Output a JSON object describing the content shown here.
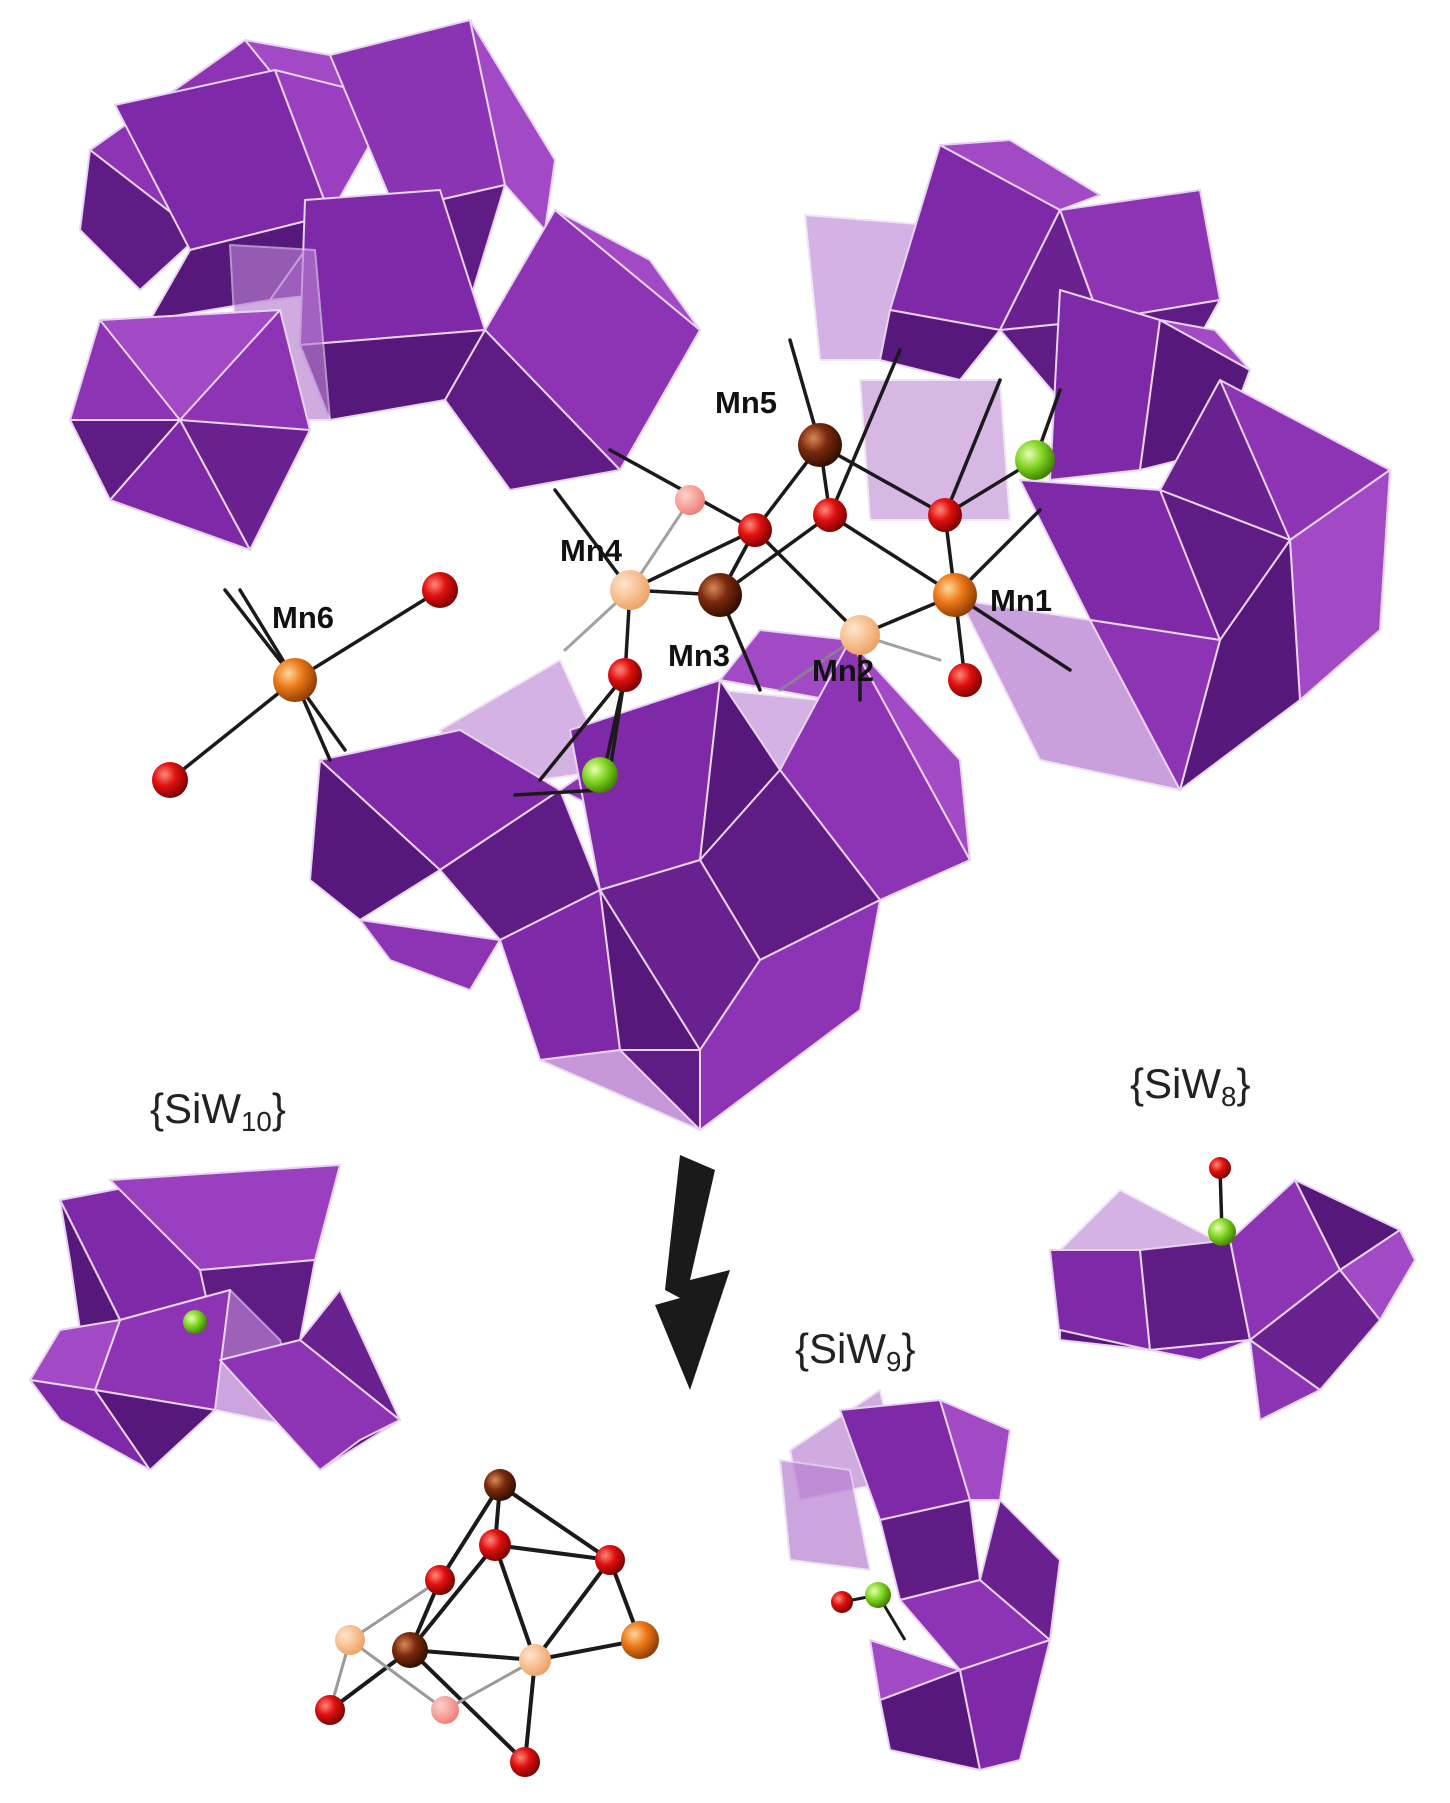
{
  "colors": {
    "polyhedron_light": "#9a3fbf",
    "polyhedron_mid": "#7e2aa8",
    "polyhedron_dark": "#56187a",
    "polyhedron_translucent": "#b87fd1",
    "edge": "#e7d3f0",
    "oxygen": "#e01010",
    "manganese_orange": "#ee7a1a",
    "manganese_light": "#f4a45c",
    "manganese_brown": "#7a2a0c",
    "silicon": "#7ed321",
    "bond": "#1a1a1a",
    "arrow": "#1a1a1a"
  },
  "labels": {
    "mn1": "Mn1",
    "mn2": "Mn2",
    "mn3": "Mn3",
    "mn4": "Mn4",
    "mn5": "Mn5",
    "mn6": "Mn6"
  },
  "fragments": {
    "siw10": {
      "prefix": "{SiW",
      "sub": "10",
      "suffix": "}"
    },
    "siw8": {
      "prefix": "{SiW",
      "sub": "8",
      "suffix": "}"
    },
    "siw9": {
      "prefix": "{SiW",
      "sub": "9",
      "suffix": "}"
    }
  },
  "icons": {
    "arrow": "down-arrow-icon"
  }
}
